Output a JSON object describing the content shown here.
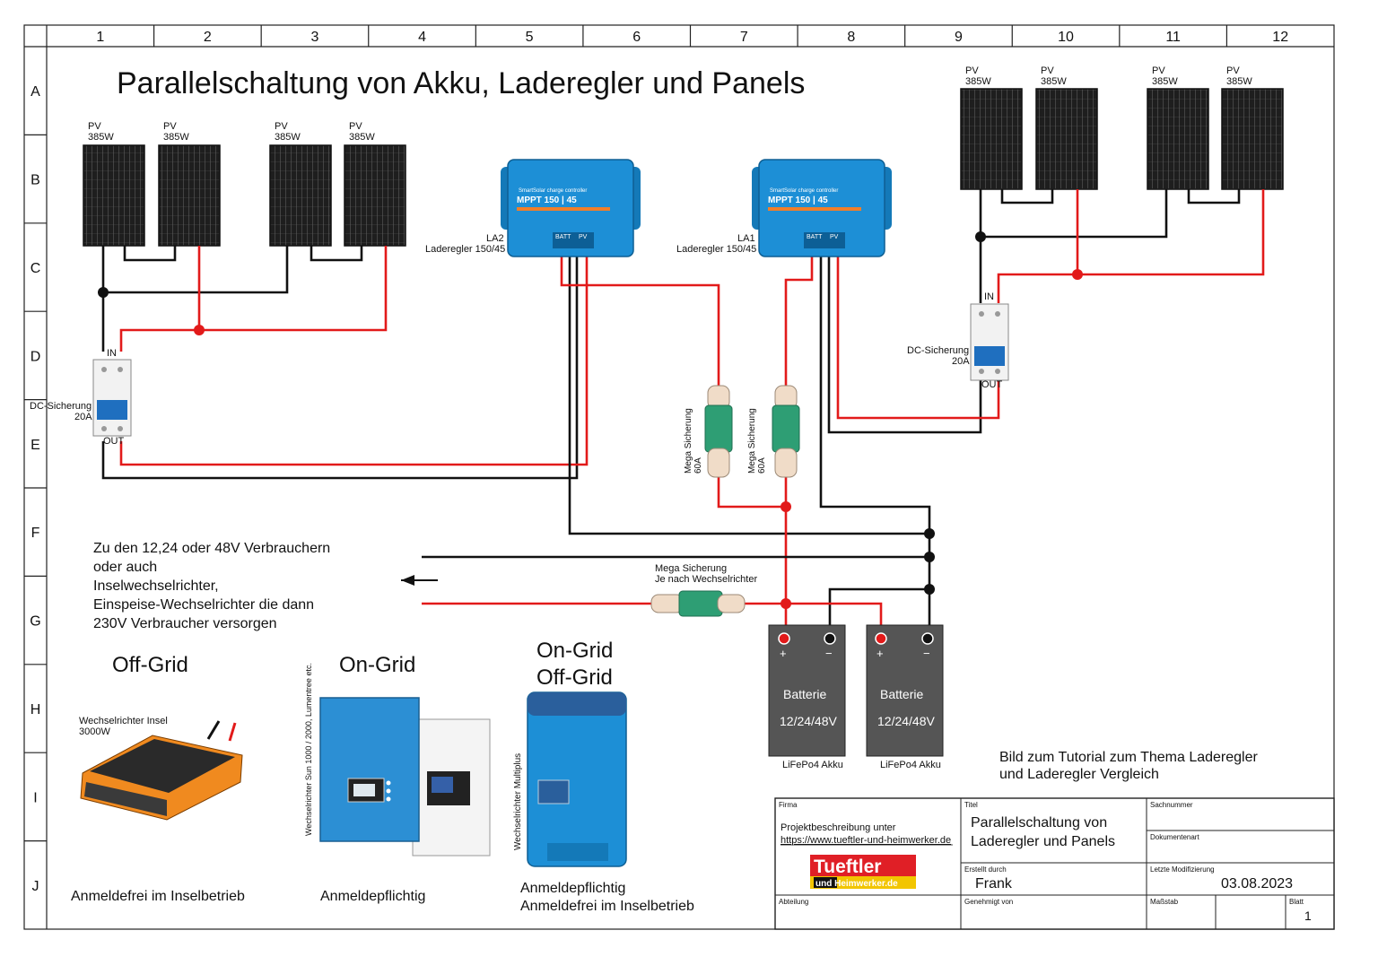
{
  "title": "Parallelschaltung von Akku, Laderegler und Panels",
  "grid": {
    "columns": [
      "1",
      "2",
      "3",
      "4",
      "5",
      "6",
      "7",
      "8",
      "9",
      "10",
      "11",
      "12"
    ],
    "rows": [
      "A",
      "B",
      "C",
      "D",
      "E",
      "F",
      "G",
      "H",
      "I",
      "J"
    ]
  },
  "panels": {
    "pv_label": "PV",
    "watt_label": "385W"
  },
  "controllers": {
    "la2_id": "LA2",
    "la1_id": "LA1",
    "name": "Laderegler 150/45",
    "brand_line": "SmartSolar charge controller",
    "model": "MPPT 150 | 45",
    "batt_label": "BATT",
    "pv_label": "PV"
  },
  "breakers": {
    "in_label": "IN",
    "out_label": "OUT",
    "left_name": "DC-Sicherung",
    "left_rating": "20A",
    "right_name": "DC-Sicherung",
    "right_rating": "20A"
  },
  "fuses": {
    "name": "Mega Sicherung",
    "rating": "60A",
    "inverter_fuse_line1": "Mega Sicherung",
    "inverter_fuse_line2": "Je nach Wechselrichter"
  },
  "consumers_text": [
    "Zu den 12,24 oder 48V Verbrauchern",
    "oder auch",
    "Inselwechselrichter,",
    "Einspeise-Wechselrichter die dann",
    "230V Verbraucher versorgen"
  ],
  "batteries": [
    {
      "label": "Batterie",
      "voltage": "12/24/48V",
      "type": "LiFePo4 Akku",
      "plus": "+",
      "minus": "−"
    },
    {
      "label": "Batterie",
      "voltage": "12/24/48V",
      "type": "LiFePo4 Akku",
      "plus": "+",
      "minus": "−"
    }
  ],
  "inverters": {
    "offgrid_heading": "Off-Grid",
    "offgrid_caption_line1": "Wechselrichter Insel",
    "offgrid_caption_line2": "3000W",
    "offgrid_note": "Anmeldefrei im Inselbetrieb",
    "ongrid_heading": "On-Grid",
    "ongrid_side_label": "Wechselrichter Sun 1000 / 2000, Lumentree etc.",
    "ongrid_note": "Anmeldepflichtig",
    "multi_heading_1": "On-Grid",
    "multi_heading_2": "Off-Grid",
    "multi_side_label": "Wechselrichter Multiplus",
    "multi_note_1": "Anmeldepflichtig",
    "multi_note_2": "Anmeldefrei im Inselbetrieb"
  },
  "tutorial_note": [
    "Bild zum Tutorial zum Thema Laderegler",
    "und Laderegler Vergleich"
  ],
  "titleblock": {
    "firma_label": "Firma",
    "project_line1": "Projektbeschreibung unter",
    "project_url": "https://www.tueftler-und-heimwerker.de",
    "logo_top": "Tueftler",
    "logo_bottom": "und Heimwerker.de",
    "titel_label": "Titel",
    "titel_value_1": "Parallelschaltung von",
    "titel_value_2": "Laderegler und Panels",
    "sachnummer_label": "Sachnummer",
    "dokumentenart_label": "Dokumentenart",
    "erstellt_label": "Erstellt durch",
    "erstellt_value": "Frank",
    "modifiziert_label": "Letzte Modifizierung",
    "modifiziert_value": "03.08.2023",
    "abteilung_label": "Abteilung",
    "genehmigt_label": "Genehmigt von",
    "massstab_label": "Maßstab",
    "blatt_label": "Blatt",
    "blatt_value": "1"
  },
  "colors": {
    "wire_positive": "#e21a1a",
    "wire_negative": "#111111",
    "controller_blue": "#1d8fd6",
    "fuse_green": "#2e9e74",
    "battery_grey": "#555555",
    "logo_red": "#e01f26",
    "logo_yellow": "#f2c500"
  }
}
